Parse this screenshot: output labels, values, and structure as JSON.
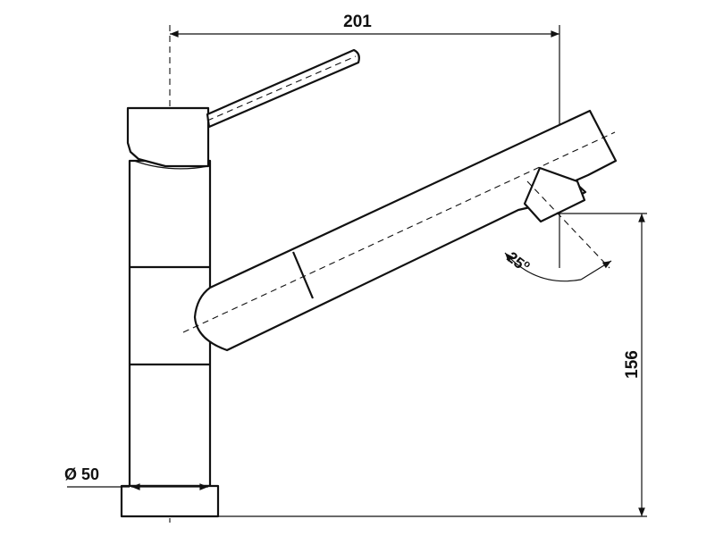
{
  "dimensions": {
    "width_label": "201",
    "height_label": "156",
    "diameter_label": "Ø 50",
    "angle_label": "25",
    "angle_unit": "o"
  },
  "colors": {
    "line": "#111111",
    "background": "#ffffff"
  }
}
